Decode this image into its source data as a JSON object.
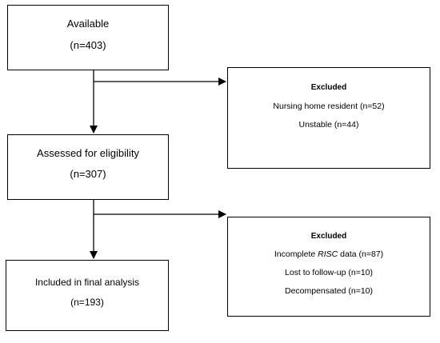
{
  "flow": {
    "available": {
      "label": "Available",
      "count": "(n=403)"
    },
    "assessed": {
      "label": "Assessed for eligibility",
      "count": "(n=307)"
    },
    "included": {
      "label": "Included in final analysis",
      "count": "(n=193)"
    }
  },
  "excluded_first": {
    "heading": "Excluded",
    "items": [
      "Nursing home resident (n=52)",
      "Unstable (n=44)"
    ]
  },
  "excluded_second": {
    "heading": "Excluded",
    "items": [
      {
        "prefix": "Incomplete ",
        "emphasis": "RISC",
        "suffix": " data (n=87)"
      },
      "Lost to follow-up (n=10)",
      "Decompensated (n=10)"
    ]
  }
}
